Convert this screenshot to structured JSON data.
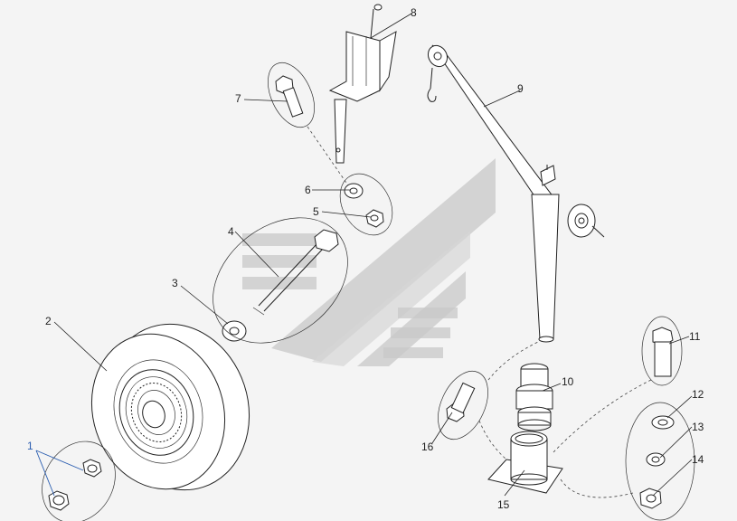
{
  "diagram": {
    "background": "#f4f4f4",
    "line_color": "#222222",
    "accent_callout_color": "#2a5db0",
    "watermark_color": "#c8c8c8",
    "callouts": {
      "c1": "1",
      "c2": "2",
      "c3": "3",
      "c4": "4",
      "c5": "5",
      "c6": "6",
      "c7": "7",
      "c8": "8",
      "c9": "9",
      "c10": "10",
      "c11": "11",
      "c12": "12",
      "c13": "13",
      "c14": "14",
      "c15": "15",
      "c16": "16"
    }
  }
}
